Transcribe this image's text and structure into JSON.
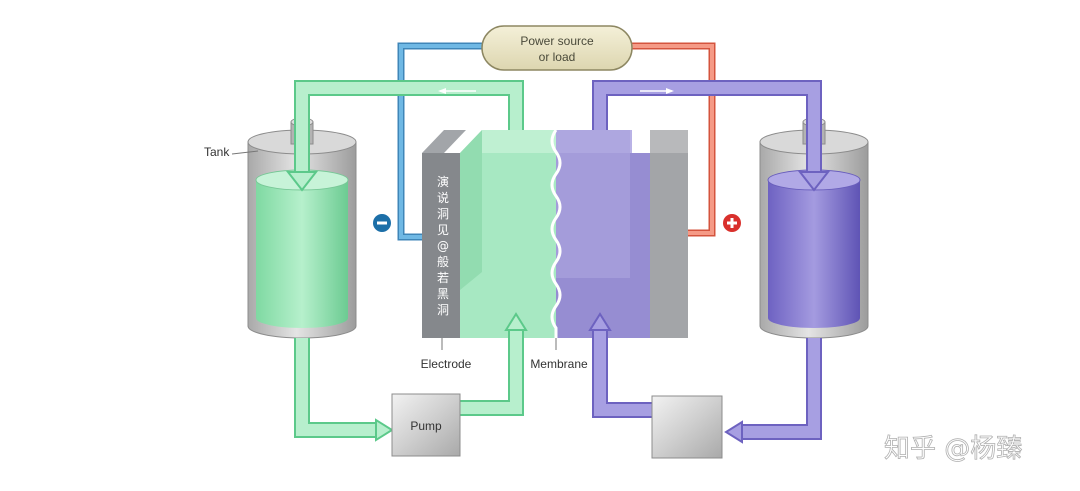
{
  "power_source": {
    "line1": "Power source",
    "line2": "or load"
  },
  "tank_label": "Tank",
  "electrode_label": "Electrode",
  "membrane_label": "Membrane",
  "pump_label": "Pump",
  "electrode_text": [
    "演",
    "说",
    "洞",
    "见",
    "@",
    "般",
    "若",
    "黑",
    "洞"
  ],
  "watermark": "知乎 @杨臻",
  "colors": {
    "negative_electrolyte": "#8fe0b0",
    "positive_electrolyte": "#8f84cf",
    "negative_wire": "#5aa8d8",
    "positive_wire": "#f08470",
    "tank_shell": "#c4c4c4",
    "electrode": "#8a8d91"
  },
  "icons": {
    "negative_terminal": "minus-icon",
    "positive_terminal": "plus-icon"
  }
}
